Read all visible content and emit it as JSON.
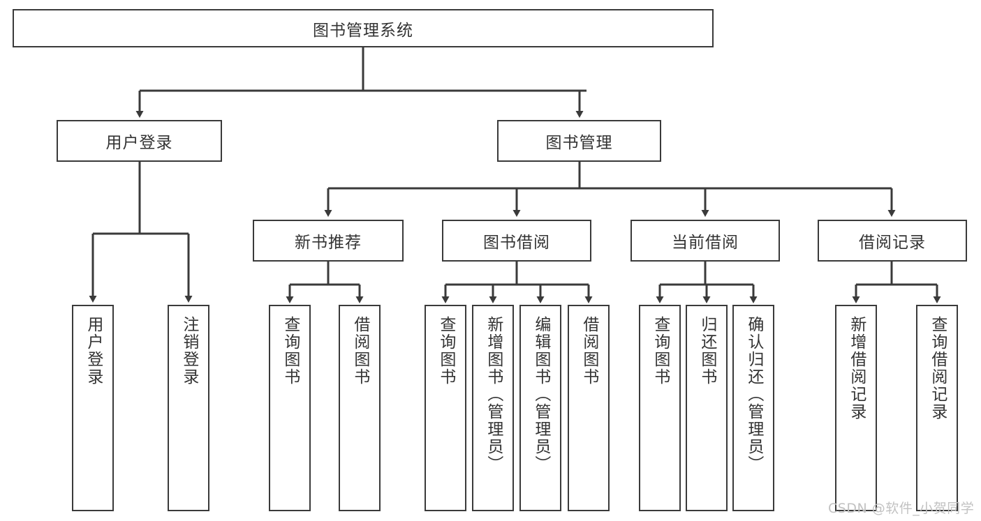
{
  "diagram": {
    "type": "tree-hierarchy-chart",
    "title_node": {
      "label": "图书管理系统"
    },
    "level2": [
      {
        "id": "user-login",
        "label": "用户登录"
      },
      {
        "id": "book-management",
        "label": "图书管理"
      }
    ],
    "level3": [
      {
        "id": "new-book-recommend",
        "label": "新书推荐"
      },
      {
        "id": "book-borrow",
        "label": "图书借阅"
      },
      {
        "id": "current-borrow",
        "label": "当前借阅"
      },
      {
        "id": "borrow-record",
        "label": "借阅记录"
      }
    ],
    "leaves": {
      "user_login": [
        {
          "id": "leaf-user-login",
          "label": "用户登录"
        },
        {
          "id": "leaf-logout-login",
          "label": "注销登录"
        }
      ],
      "new_book_recommend": [
        {
          "id": "leaf-query-book-1",
          "label": "查询图书"
        },
        {
          "id": "leaf-borrow-book-1",
          "label": "借阅图书"
        }
      ],
      "book_borrow": [
        {
          "id": "leaf-query-book-2",
          "label": "查询图书"
        },
        {
          "id": "leaf-add-book",
          "label": "新增图书（管理员）"
        },
        {
          "id": "leaf-edit-book",
          "label": "编辑图书（管理员）"
        },
        {
          "id": "leaf-borrow-book-2",
          "label": "借阅图书"
        }
      ],
      "current_borrow": [
        {
          "id": "leaf-query-book-3",
          "label": "查询图书"
        },
        {
          "id": "leaf-return-book",
          "label": "归还图书"
        },
        {
          "id": "leaf-confirm-return",
          "label": "确认归还（管理员）"
        }
      ],
      "borrow_record": [
        {
          "id": "leaf-add-borrow-record",
          "label": "新增借阅记录"
        },
        {
          "id": "leaf-query-borrow-record",
          "label": "查询借阅记录"
        }
      ]
    },
    "colors": {
      "stroke": "#3a3a3a",
      "background": "#ffffff",
      "text": "#333333",
      "watermark": "#c2c2c2"
    }
  },
  "watermark": {
    "text": "CSDN @软件_小贺同学"
  }
}
